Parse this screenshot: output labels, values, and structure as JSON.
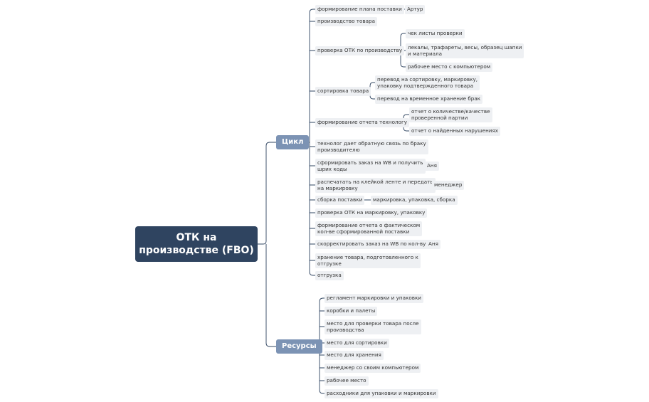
{
  "root": {
    "line1": "ОТК на",
    "line2": "производстве (FBO)"
  },
  "branches": {
    "cycle": {
      "label": "Цикл",
      "items": [
        {
          "text": "формирование плана поставки",
          "note": "Артур"
        },
        {
          "text": "производство товара"
        },
        {
          "text": "проверка ОТК по производству",
          "children": [
            "чек листы проверки",
            [
              "лекалы, трафареты, весы, образец шапки",
              "и материала"
            ],
            "рабочее место с компьютером"
          ]
        },
        {
          "text": "сортировка товара",
          "children": [
            [
              "перевод на сортировку, маркировку,",
              "упаковку подтвержденного товара"
            ],
            "перевод на временное хранение брак"
          ]
        },
        {
          "text": "формирование отчета технологу",
          "children": [
            [
              "отчет о количестве/качестве",
              "проверенной партии"
            ],
            "отчет о найденных нарушениях"
          ]
        },
        {
          "lines": [
            "технолог дает обратную связь по браку",
            "производителю"
          ]
        },
        {
          "lines": [
            "сформировать заказ на WB и получить",
            "шрих коды"
          ],
          "note": "Аня"
        },
        {
          "lines": [
            "распечатать на клейкой ленте и передать",
            "на маркировку"
          ],
          "note": "менеджер"
        },
        {
          "text": "сборка поставки",
          "note": "маркировка, упаковка, сборка"
        },
        {
          "text": "проверка ОТК на маркировку, упаковку"
        },
        {
          "lines": [
            "формирование отчета о фактическом",
            "кол-ве сформированной поставки"
          ]
        },
        {
          "text": "скорректировать заказ на WB по кол-ву",
          "note": "Аня"
        },
        {
          "lines": [
            "хранение товара, подготовленного к",
            "отгрузке"
          ]
        },
        {
          "text": "отгрузка"
        }
      ]
    },
    "resources": {
      "label": "Ресурсы",
      "items": [
        {
          "text": "регламент маркировки и упаковки"
        },
        {
          "text": "коробки и палеты"
        },
        {
          "lines": [
            "место для проверки товара после",
            "производства"
          ]
        },
        {
          "text": "место для сортировки"
        },
        {
          "text": "место для хранения"
        },
        {
          "text": "менеджер со своим компьютером"
        },
        {
          "text": "рабочее место"
        },
        {
          "text": "расходники для упаковки и маркировки"
        }
      ]
    }
  }
}
